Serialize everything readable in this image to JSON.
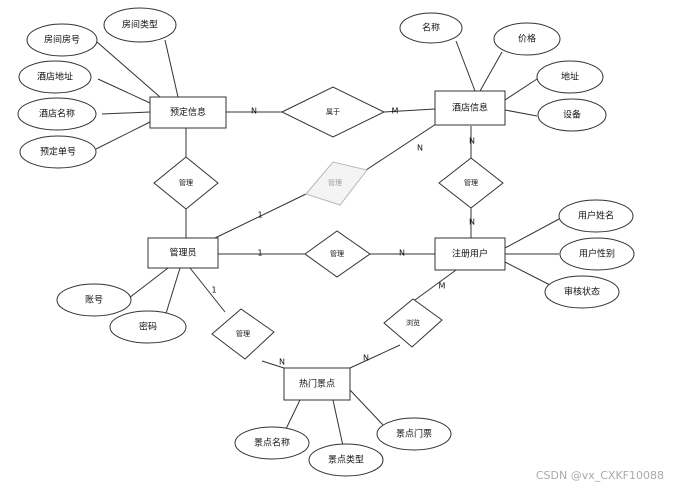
{
  "entities": {
    "reservation": "预定信息",
    "hotel": "酒店信息",
    "admin": "管理员",
    "user": "注册用户",
    "spot": "热门景点"
  },
  "attributes": {
    "room_number": "房间房号",
    "room_type": "房间类型",
    "hotel_address": "酒店地址",
    "hotel_name": "酒店名称",
    "order_number": "预定单号",
    "name": "名称",
    "price": "价格",
    "address": "地址",
    "facilities": "设备",
    "user_name": "用户姓名",
    "user_gender": "用户性别",
    "review_status": "审核状态",
    "account": "账号",
    "password": "密码",
    "spot_name": "景点名称",
    "spot_type": "景点类型",
    "spot_ticket": "景点门票"
  },
  "relationships": {
    "belongs_to": "属于",
    "manage_reservation": "管理",
    "manage_hotel": "管理",
    "manage_review": "管理",
    "manage_user": "管理",
    "manage_spot": "管理",
    "browse": "浏览"
  },
  "cardinality": {
    "belongs_res": "N",
    "belongs_hotel": "M",
    "admin_hotel_admin": "1",
    "admin_hotel_hotel": "N",
    "review_hotel": "N",
    "review_user": "N",
    "admin_user_admin": "1",
    "admin_user_user": "N",
    "admin_spot_admin": "1",
    "admin_spot_spot": "N",
    "browse_user": "M",
    "browse_spot": "N"
  },
  "watermark": "CSDN @vx_CXKF10088"
}
